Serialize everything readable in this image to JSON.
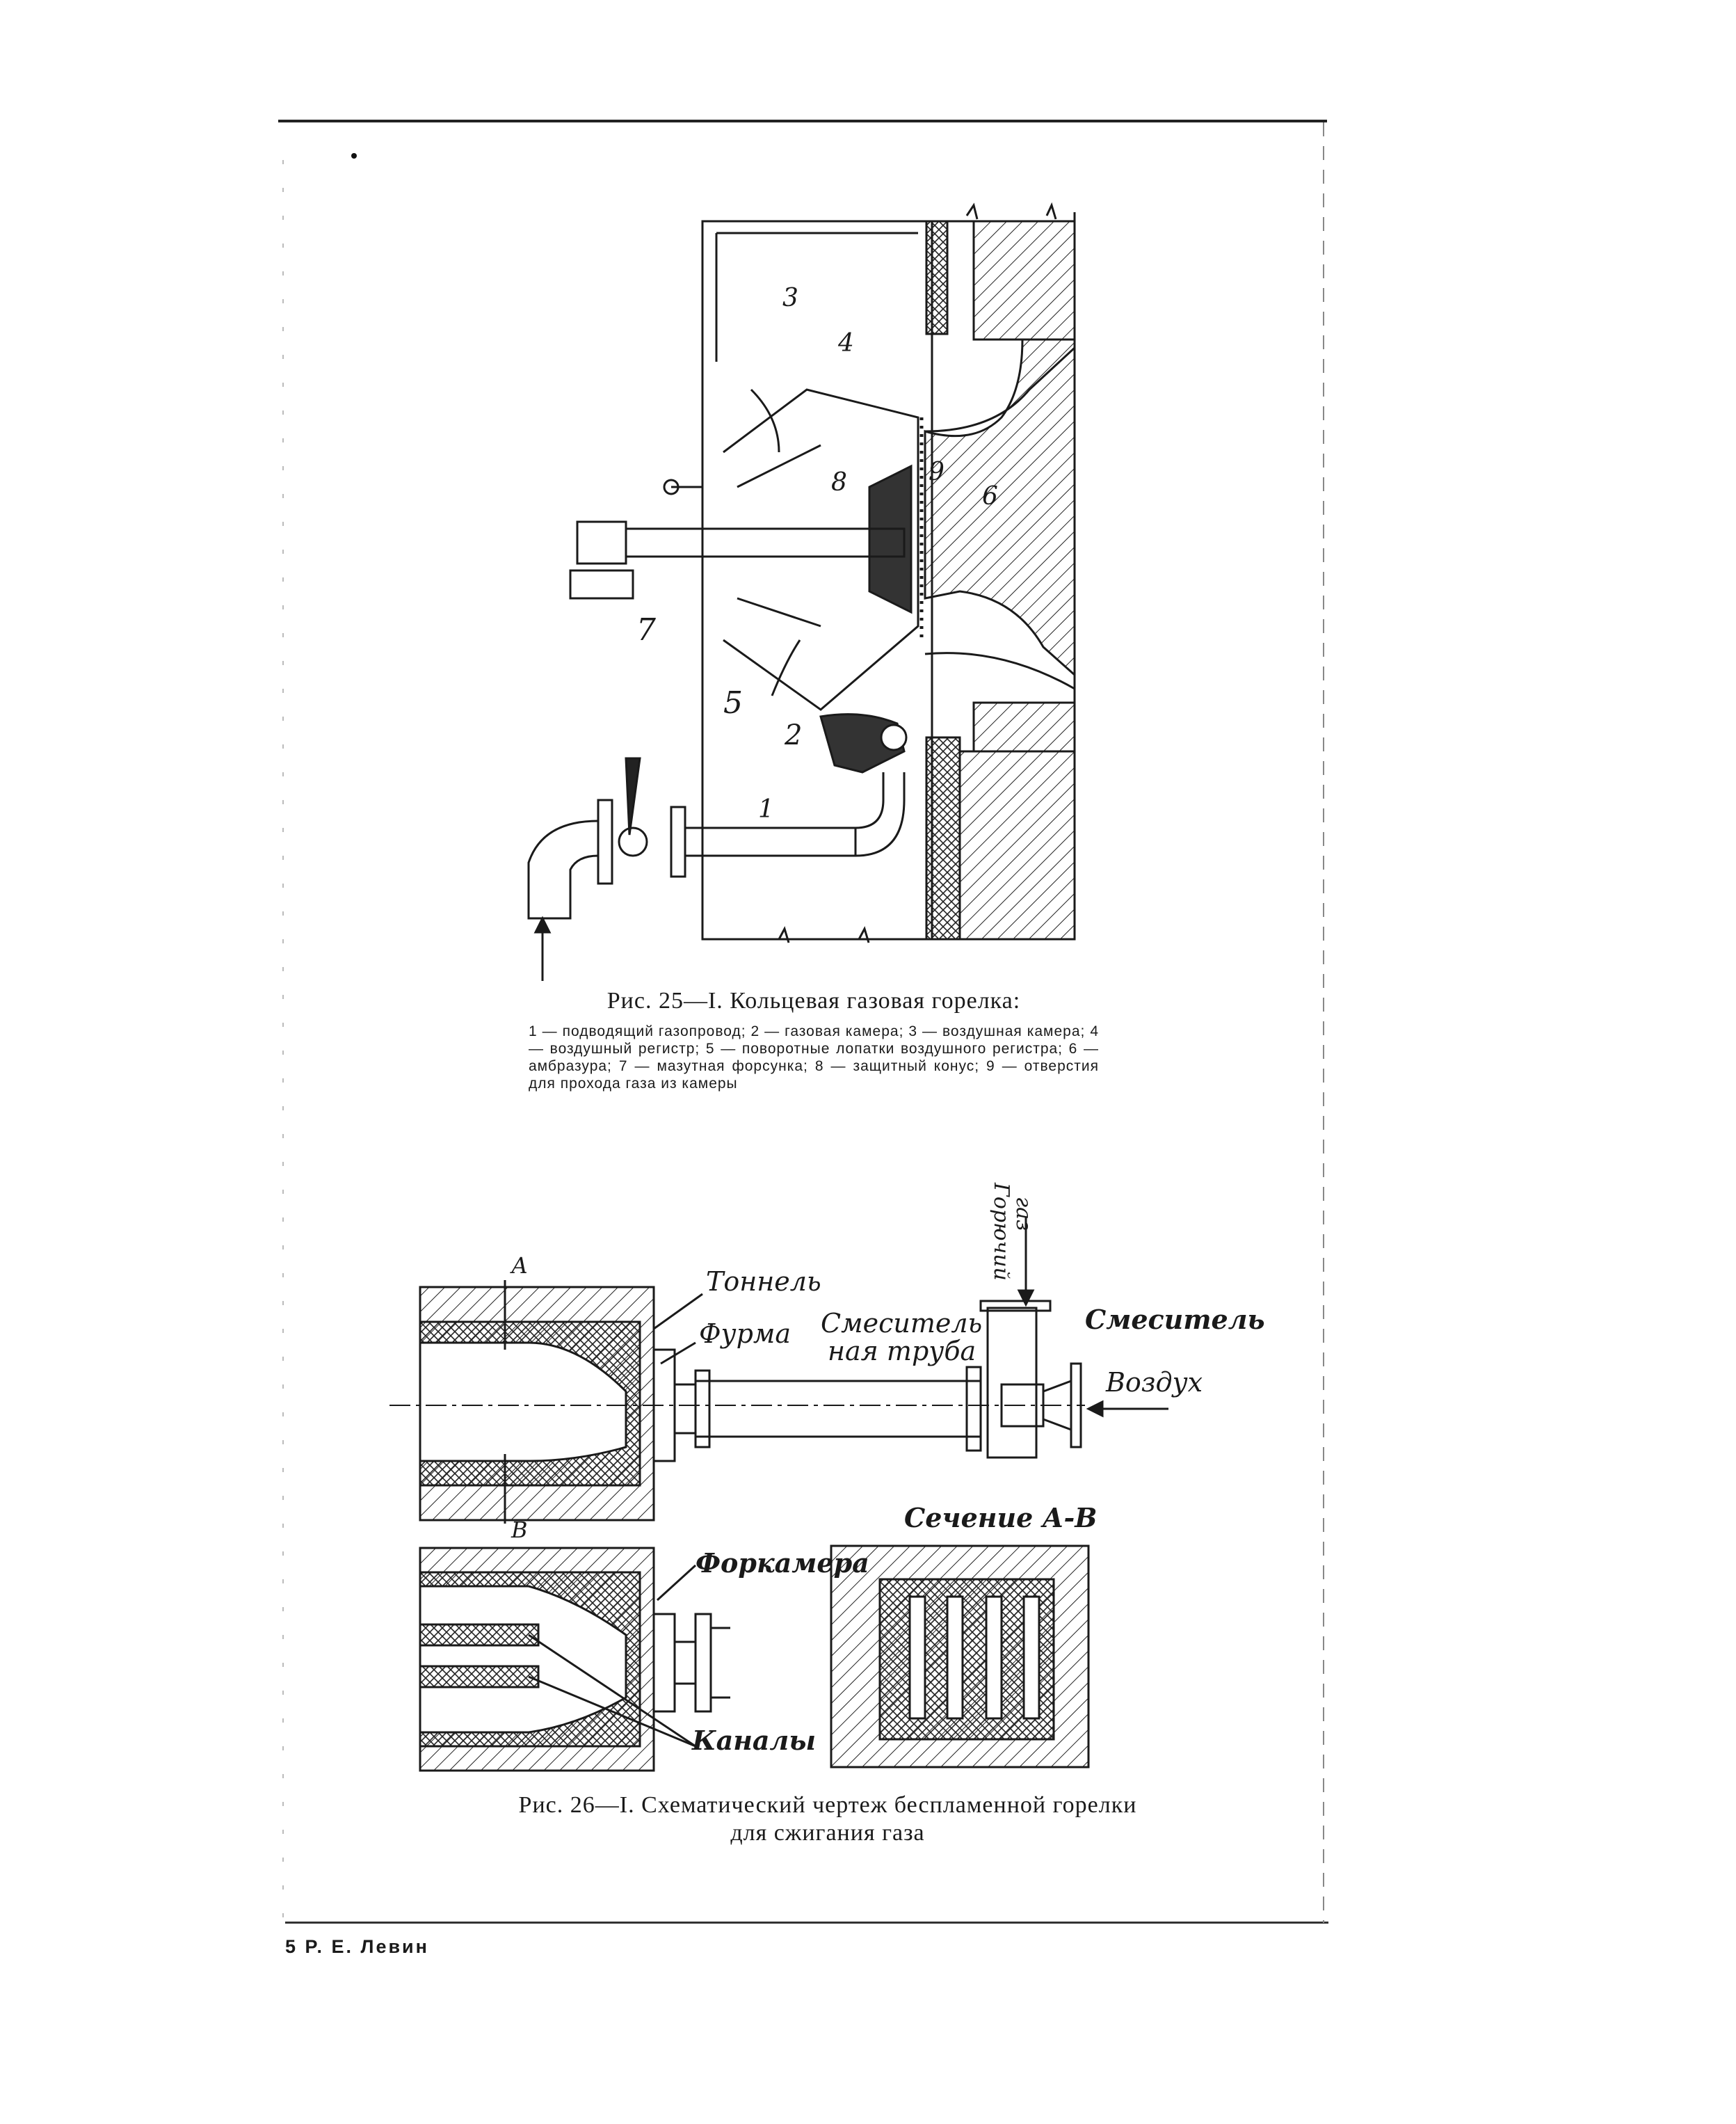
{
  "figure25": {
    "numbers": [
      "1",
      "2",
      "3",
      "4",
      "5",
      "6",
      "7",
      "8",
      "9"
    ],
    "caption_title": "Рис. 25—I. Кольцевая газовая горелка:",
    "caption_text": "1 — подводящий газопровод; 2 — газовая камера; 3 — воздушная камера; 4 — воздушный регистр; 5 — поворотные лопатки воздушного регистра; 6 — амбразура; 7 — мазутная форсунка; 8 — защитный конус; 9 — отверстия для прохода газа из камеры"
  },
  "figure26": {
    "labels": {
      "tunnel": "Тоннель",
      "furma": "Фурма",
      "mixing_pipe_1": "Смеситель",
      "mixing_pipe_2": "ная труба",
      "fuel_gas_1": "Горючий",
      "fuel_gas_2": "газ",
      "mixer": "Смеситель",
      "air": "Воздух",
      "section_mark_a": "А",
      "section_mark_b": "В",
      "section": "Сечение А-В",
      "prechamber": "Форкамера",
      "channels": "Каналы"
    },
    "caption_line1": "Рис. 26—I. Схематический чертеж беспламенной горелки",
    "caption_line2": "для сжигания газа"
  },
  "footer": "5  Р. Е. Левин",
  "colors": {
    "ink": "#1a1a1a",
    "paper": "#ffffff"
  }
}
